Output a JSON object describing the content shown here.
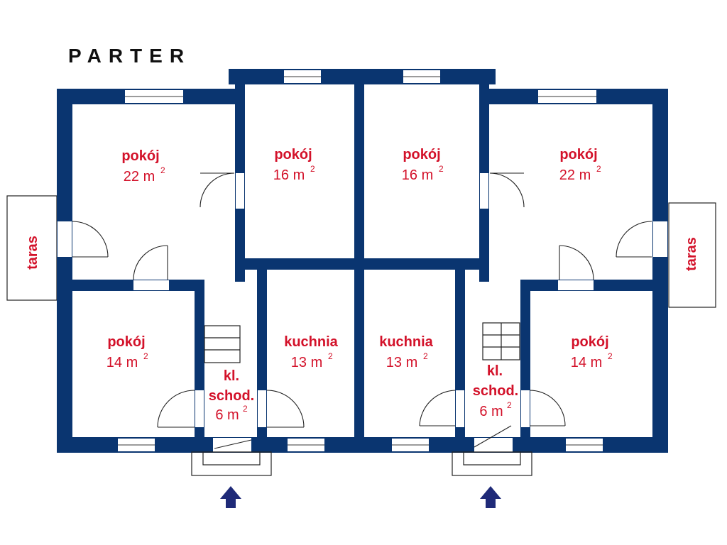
{
  "title": "PARTER",
  "colors": {
    "wall": "#0a3570",
    "label": "#d3122a",
    "arrow": "#1f2a78"
  },
  "rooms": [
    {
      "name": "pokój",
      "area": "22 m",
      "exp": "2"
    },
    {
      "name": "pokój",
      "area": "16 m",
      "exp": "2"
    },
    {
      "name": "pokój",
      "area": "16 m",
      "exp": "2"
    },
    {
      "name": "pokój",
      "area": "22 m",
      "exp": "2"
    },
    {
      "name": "pokój",
      "area": "14 m",
      "exp": "2"
    },
    {
      "name": "kuchnia",
      "area": "13 m",
      "exp": "2"
    },
    {
      "name": "kuchnia",
      "area": "13 m",
      "exp": "2"
    },
    {
      "name": "pokój",
      "area": "14 m",
      "exp": "2"
    },
    {
      "name1": "kl.",
      "name2": "schod.",
      "area": "6 m",
      "exp": "2"
    },
    {
      "name1": "kl.",
      "name2": "schod.",
      "area": "6 m",
      "exp": "2"
    }
  ],
  "terraces": [
    "taras",
    "taras"
  ],
  "entrances": [
    "entrance-arrow",
    "entrance-arrow"
  ]
}
